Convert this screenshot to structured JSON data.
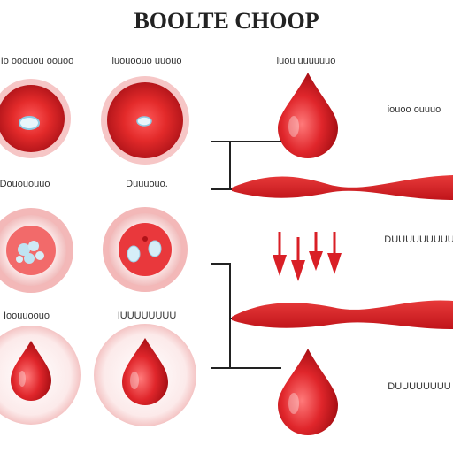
{
  "title": "BOOLTE CHOOP",
  "labels": {
    "col1_row1": "Io ooouou oouoo",
    "col2_row1": "iuouoouo uuouo",
    "col3_row1": "iuou uuuuuuo",
    "right_row1": "iouoo ouuuo",
    "col1_row2": "Douououuo",
    "col2_row2": "Duuuouo.",
    "right_row2": "DUUUUUUUUU",
    "col1_row3": "Ioouuoouo",
    "col2_row3": "IUUUUUUUU",
    "right_row3": "DUUUUUUUU"
  },
  "colors": {
    "blood_red": "#d91f26",
    "deep_red": "#b01218",
    "cell_rim": "#f4b9b9",
    "cell_pale": "#fbe3e3",
    "nucleus_blue": "#aee0f2",
    "connector": "#222222"
  },
  "icons": [
    "blood-cell-icon",
    "blood-drop-icon",
    "arrow-down-icon"
  ]
}
